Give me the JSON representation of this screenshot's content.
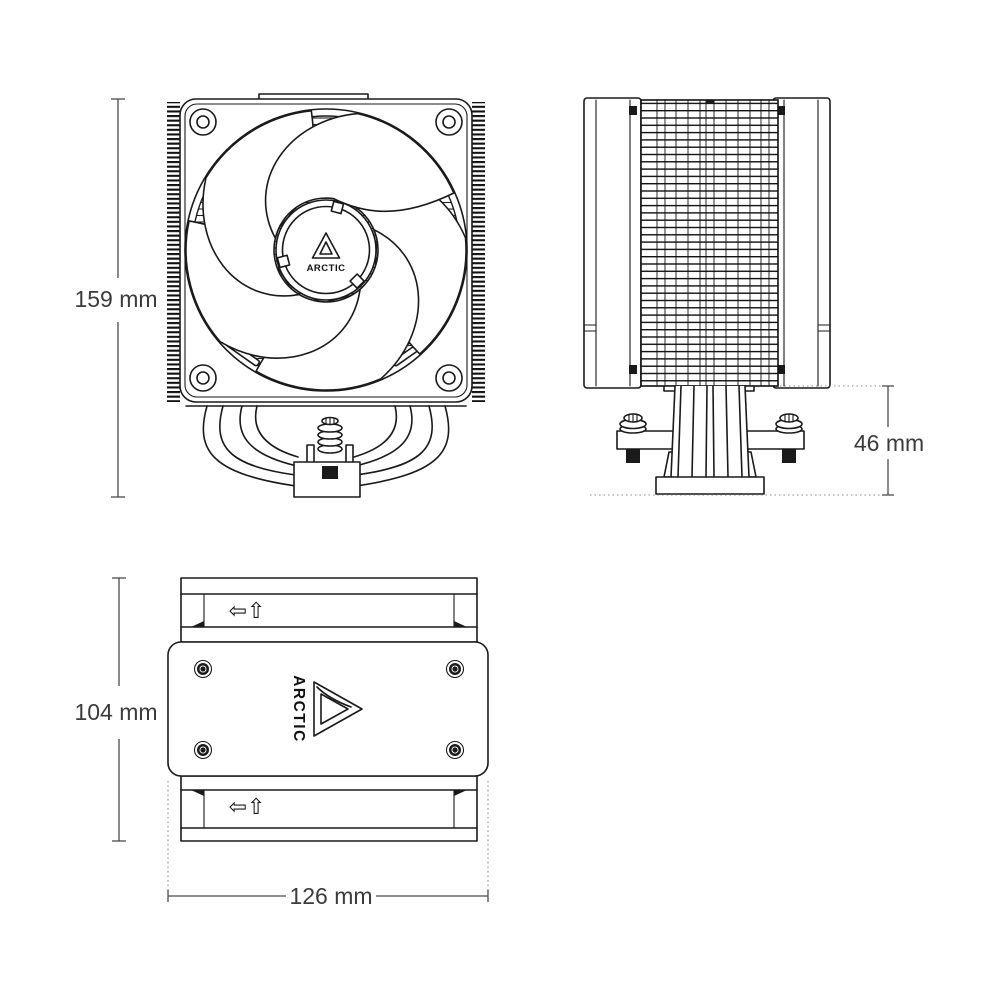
{
  "dimensions": {
    "front_height": "159 mm",
    "side_clearance": "46 mm",
    "top_depth": "104 mm",
    "top_width": "126 mm"
  },
  "labels": {
    "fan_hub_brand": "ARCTIC",
    "top_plate_brand": "ARCTIC"
  },
  "icons": {
    "direction_arrows": "⇦⇧"
  },
  "colors": {
    "line": "#1a1a1a",
    "dimension_line": "#4a4a4a",
    "dimension_text": "#3b3b3b",
    "background": "#ffffff"
  }
}
